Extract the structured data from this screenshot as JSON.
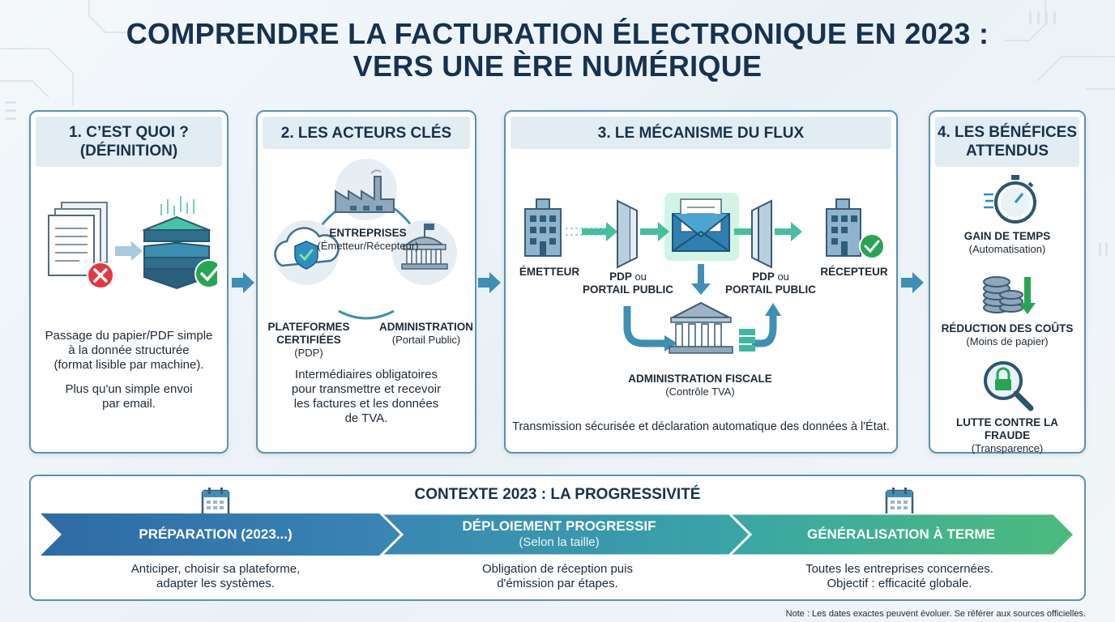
{
  "title": {
    "line1": "COMPRENDRE LA FACTURATION ÉLECTRONIQUE EN 2023 :",
    "line2": "VERS UNE ÈRE NUMÉRIQUE"
  },
  "card1": {
    "head1": "1. C’EST QUOI ?",
    "head2": "(DÉFINITION)",
    "text1_l1": "Passage du papier/PDF simple",
    "text1_l2": "à la donnée structurée",
    "text1_l3": "(format lisible par machine).",
    "text2_l1": "Plus qu'un simple envoi",
    "text2_l2": "par email."
  },
  "card2": {
    "head": "2. LES ACTEURS CLÉS",
    "ent_name": "ENTREPRISES",
    "ent_sub": "(Émetteur/Récepteur)",
    "pdp_name1": "PLATEFORMES",
    "pdp_name2": "CERTIFIÉES",
    "pdp_sub": " (PDP)",
    "adm_name": "ADMINISTRATION",
    "adm_sub": "(Portail Public)",
    "text_l1": "Intermédiaires obligatoires",
    "text_l2": "pour transmettre et recevoir",
    "text_l3": "les factures et les données",
    "text_l4": "de TVA."
  },
  "card3": {
    "head": "3. LE MÉCANISME DU FLUX",
    "emetteur": "ÉMETTEUR",
    "pdp1_a": "PDP",
    "pdp1_ou": " ou",
    "pdp1_b": "PORTAIL PUBLIC",
    "pdp2_a": "PDP",
    "pdp2_ou": " ou",
    "pdp2_b": "PORTAIL PUBLIC",
    "recepteur": "RÉCEPTEUR",
    "admin_name": "ADMINISTRATION FISCALE",
    "admin_sub": "(Contrôle TVA)",
    "text": "Transmission sécurisée et déclaration automatique des données à l'État."
  },
  "card4": {
    "head1": "4. LES BÉNÉFICES",
    "head2": "ATTENDUS",
    "b1_name": "GAIN DE TEMPS",
    "b1_sub": "(Automatisation)",
    "b2_name": "RÉDUCTION DES COÛTS",
    "b2_sub": "(Moins de papier)",
    "b3_name": "LUTTE CONTRE LA FRAUDE",
    "b3_sub": "(Transparence)"
  },
  "context": {
    "title": "CONTEXTE 2023 : LA PROGRESSIVITÉ",
    "step1": "PRÉPARATION (2023...)",
    "step2": "DÉPLOIEMENT PROGRESSIF",
    "step2_sub": "(Selon la taille)",
    "step3": "GÉNÉRALISATION À TERME",
    "desc1_l1": "Anticiper, choisir sa plateforme,",
    "desc1_l2": "adapter les systèmes.",
    "desc2_l1": "Obligation de réception puis",
    "desc2_l2": "d'émission par étapes.",
    "desc3_l1": "Toutes les entreprises concernées.",
    "desc3_l2": "Objectif : efficacité globale."
  },
  "note": "Note : Les dates exactes peuvent évoluer. Se référer aux sources officielles.",
  "colors": {
    "navy": "#16324f",
    "frame": "#5d91b0",
    "arrow": "#3f8fb5",
    "red": "#e0393e",
    "green": "#27a552",
    "teal": "#3fb7a0"
  }
}
